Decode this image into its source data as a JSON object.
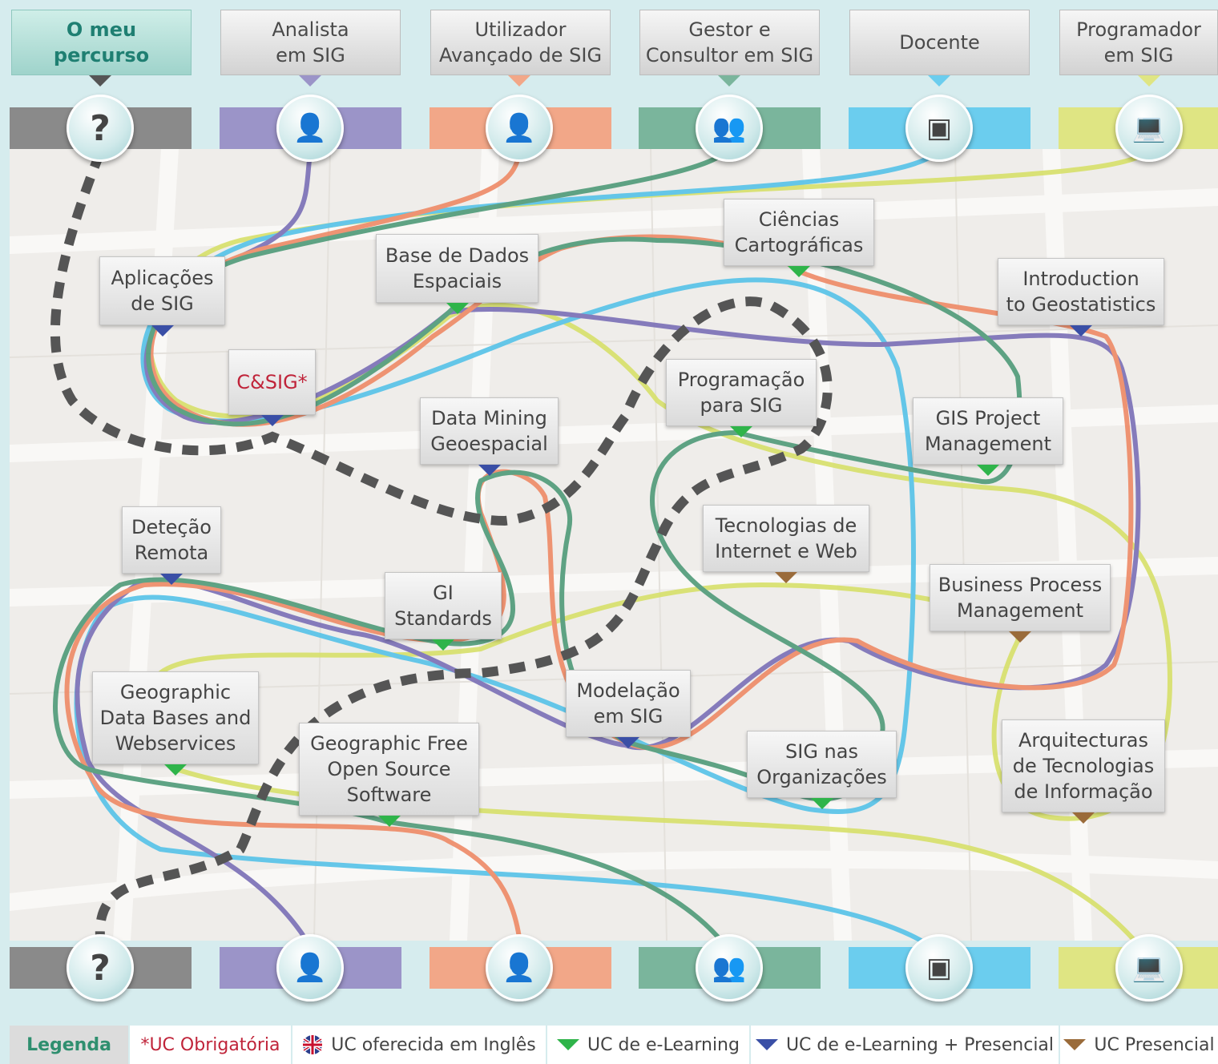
{
  "tabs": [
    {
      "label": "O meu percurso",
      "lines": [
        "O meu",
        "percurso"
      ]
    },
    {
      "label": "Analista em SIG",
      "lines": [
        "Analista",
        "em SIG"
      ]
    },
    {
      "label": "Utilizador Avançado de SIG",
      "lines": [
        "Utilizador",
        "Avançado de SIG"
      ]
    },
    {
      "label": "Gestor e Consultor em SIG",
      "lines": [
        "Gestor e",
        "Consultor em SIG"
      ]
    },
    {
      "label": "Docente",
      "lines": [
        "Docente"
      ]
    },
    {
      "label": "Programador em SIG",
      "lines": [
        "Programador",
        "em SIG"
      ]
    }
  ],
  "tab_colors": [
    "#8a8a8a",
    "#9b94c8",
    "#f2a788",
    "#7ab59c",
    "#6bcdee",
    "#dfe583"
  ],
  "line_colors": {
    "mine": "#555555",
    "analista": "#7a6fb6",
    "utilizador": "#ee8a66",
    "gestor": "#4f9a78",
    "docente": "#56c2e8",
    "programador": "#d7e06a"
  },
  "icons": [
    "question-icon",
    "analyst-icon",
    "advanced-user-icon",
    "manager-icon",
    "teacher-icon",
    "developer-icon"
  ],
  "icon_glyphs": [
    "?",
    "👤",
    "👤",
    "👥",
    "▣",
    "💻"
  ],
  "courses": {
    "aplicacoes": {
      "l1": "Aplicações",
      "l2": "de SIG",
      "type": "elearning_presencial"
    },
    "base_dados": {
      "l1": "Base de Dados",
      "l2": "Espaciais",
      "type": "elearning"
    },
    "ciencias": {
      "l1": "Ciências",
      "l2": "Cartográficas",
      "type": "elearning"
    },
    "intro_geo": {
      "l1": "Introduction",
      "l2": "to Geostatistics",
      "type": "elearning_presencial"
    },
    "csig": {
      "l1": "C&SIG*",
      "type": "elearning_presencial",
      "required": true
    },
    "prog_sig": {
      "l1": "Programação",
      "l2": "para SIG",
      "type": "elearning"
    },
    "data_mining": {
      "l1": "Data Mining",
      "l2": "Geoespacial",
      "type": "elearning_presencial"
    },
    "gis_pm": {
      "l1": "GIS Project",
      "l2": "Management",
      "type": "elearning"
    },
    "tec_internet": {
      "l1": "Tecnologias de",
      "l2": "Internet e Web",
      "type": "presencial"
    },
    "deteccao": {
      "l1": "Deteção",
      "l2": "Remota",
      "type": "elearning_presencial"
    },
    "gi_std": {
      "l1": "GI",
      "l2": "Standards",
      "type": "elearning"
    },
    "bpm": {
      "l1": "Business Process",
      "l2": "Management",
      "type": "presencial"
    },
    "geo_db": {
      "l1": "Geographic",
      "l2": "Data Bases and",
      "l3": "Webservices",
      "type": "elearning"
    },
    "modelacao": {
      "l1": "Modelação",
      "l2": "em SIG",
      "type": "elearning_presencial"
    },
    "geo_foss": {
      "l1": "Geographic Free",
      "l2": "Open Source",
      "l3": "Software",
      "type": "elearning"
    },
    "sig_org": {
      "l1": "SIG nas",
      "l2": "Organizações",
      "type": "elearning"
    },
    "arq_ti": {
      "l1": "Arquitecturas",
      "l2": "de Tecnologias",
      "l3": "de Informação",
      "type": "presencial"
    }
  },
  "marker_colors": {
    "elearning": "#2fb44a",
    "elearning_presencial": "#3a4fa6",
    "presencial": "#9a6b3a"
  },
  "legend": {
    "title": "Legenda",
    "required": "*UC Obrigatória",
    "english": "UC oferecida em Inglês",
    "english_icon": "uk-flag-icon",
    "elearning": "UC de e-Learning",
    "mixed": "UC de e-Learning + Presencial",
    "presencial": "UC Presencial"
  }
}
